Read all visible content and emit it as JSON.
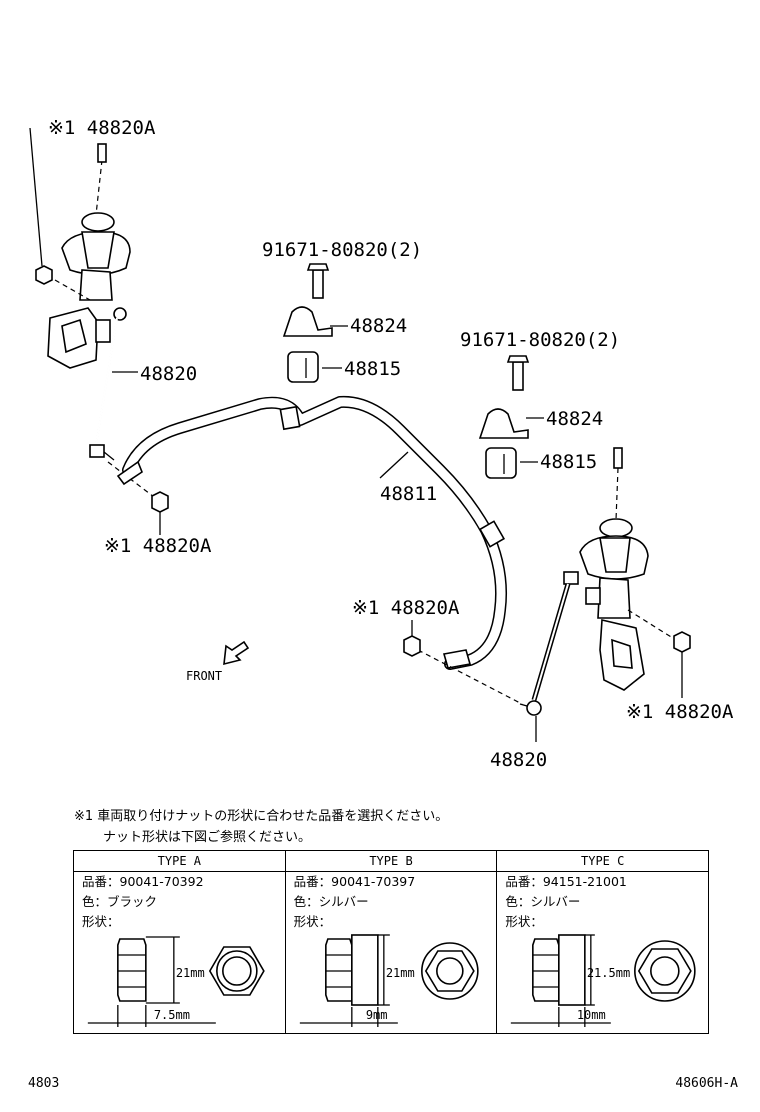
{
  "callouts": {
    "nut_top_left": "※1 48820A",
    "link_left": "48820",
    "nut_mid_left": "※1 48820A",
    "bolt_upper": "91671-80820(2)",
    "bracket_upper": "48824",
    "bushing_upper": "48815",
    "bar": "48811",
    "bolt_right": "91671-80820(2)",
    "bracket_right": "48824",
    "bushing_right": "48815",
    "nut_center": "※1 48820A",
    "nut_right": "※1 48820A",
    "link_right": "48820",
    "front": "FRONT"
  },
  "note": {
    "line1": "※1 車両取り付けナットの形状に合わせた品番を選択ください。",
    "line2": "ナット形状は下図ご参照ください。"
  },
  "types": [
    {
      "header": "TYPE A",
      "part_no": "品番：90041-70392",
      "color": "色：ブラック",
      "shape": "形状：",
      "height_dim": "21mm",
      "width_dim": "7.5mm"
    },
    {
      "header": "TYPE B",
      "part_no": "品番：90041-70397",
      "color": "色：シルバー",
      "shape": "形状：",
      "height_dim": "21mm",
      "width_dim": "9mm"
    },
    {
      "header": "TYPE C",
      "part_no": "品番：94151-21001",
      "color": "色：シルバー",
      "shape": "形状：",
      "height_dim": "21.5mm",
      "width_dim": "10mm"
    }
  ],
  "footer": {
    "left": "4803",
    "right": "48606H-A"
  }
}
